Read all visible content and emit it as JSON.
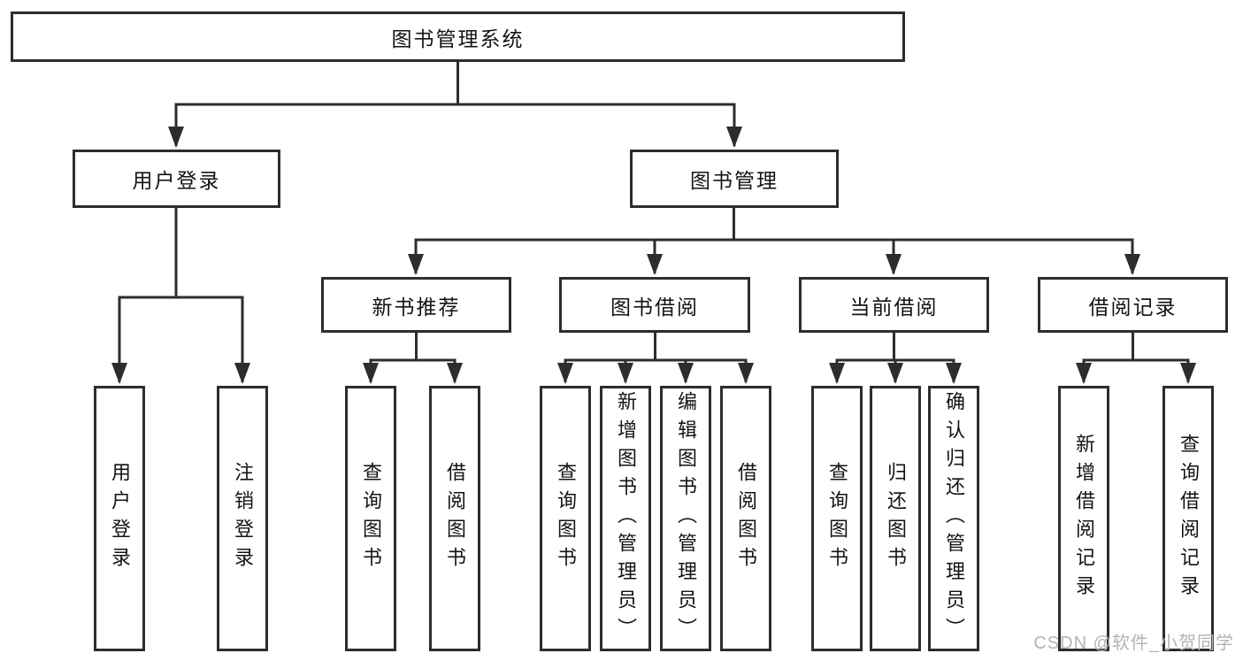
{
  "root": {
    "label": "图书管理系统"
  },
  "branches": [
    {
      "label": "用户登录",
      "children": [
        {
          "label": "用户登录"
        },
        {
          "label": "注销登录"
        }
      ]
    },
    {
      "label": "图书管理",
      "children": [
        {
          "label": "新书推荐",
          "children": [
            {
              "label": "查询图书"
            },
            {
              "label": "借阅图书"
            }
          ]
        },
        {
          "label": "图书借阅",
          "children": [
            {
              "label": "查询图书"
            },
            {
              "label": "新增图书（管理员）"
            },
            {
              "label": "编辑图书（管理员）"
            },
            {
              "label": "借阅图书"
            }
          ]
        },
        {
          "label": "当前借阅",
          "children": [
            {
              "label": "查询图书"
            },
            {
              "label": "归还图书"
            },
            {
              "label": "确认归还（管理员）"
            }
          ]
        },
        {
          "label": "借阅记录",
          "children": [
            {
              "label": "新增借阅记录"
            },
            {
              "label": "查询借阅记录"
            }
          ]
        }
      ]
    }
  ],
  "watermark": {
    "text": "CSDN @软件_小贺同学"
  },
  "colors": {
    "line": "#2d2d2d",
    "box_border": "#2d2d2d",
    "text": "#141414",
    "background": "#ffffff",
    "watermark": "#b3b3b3"
  }
}
